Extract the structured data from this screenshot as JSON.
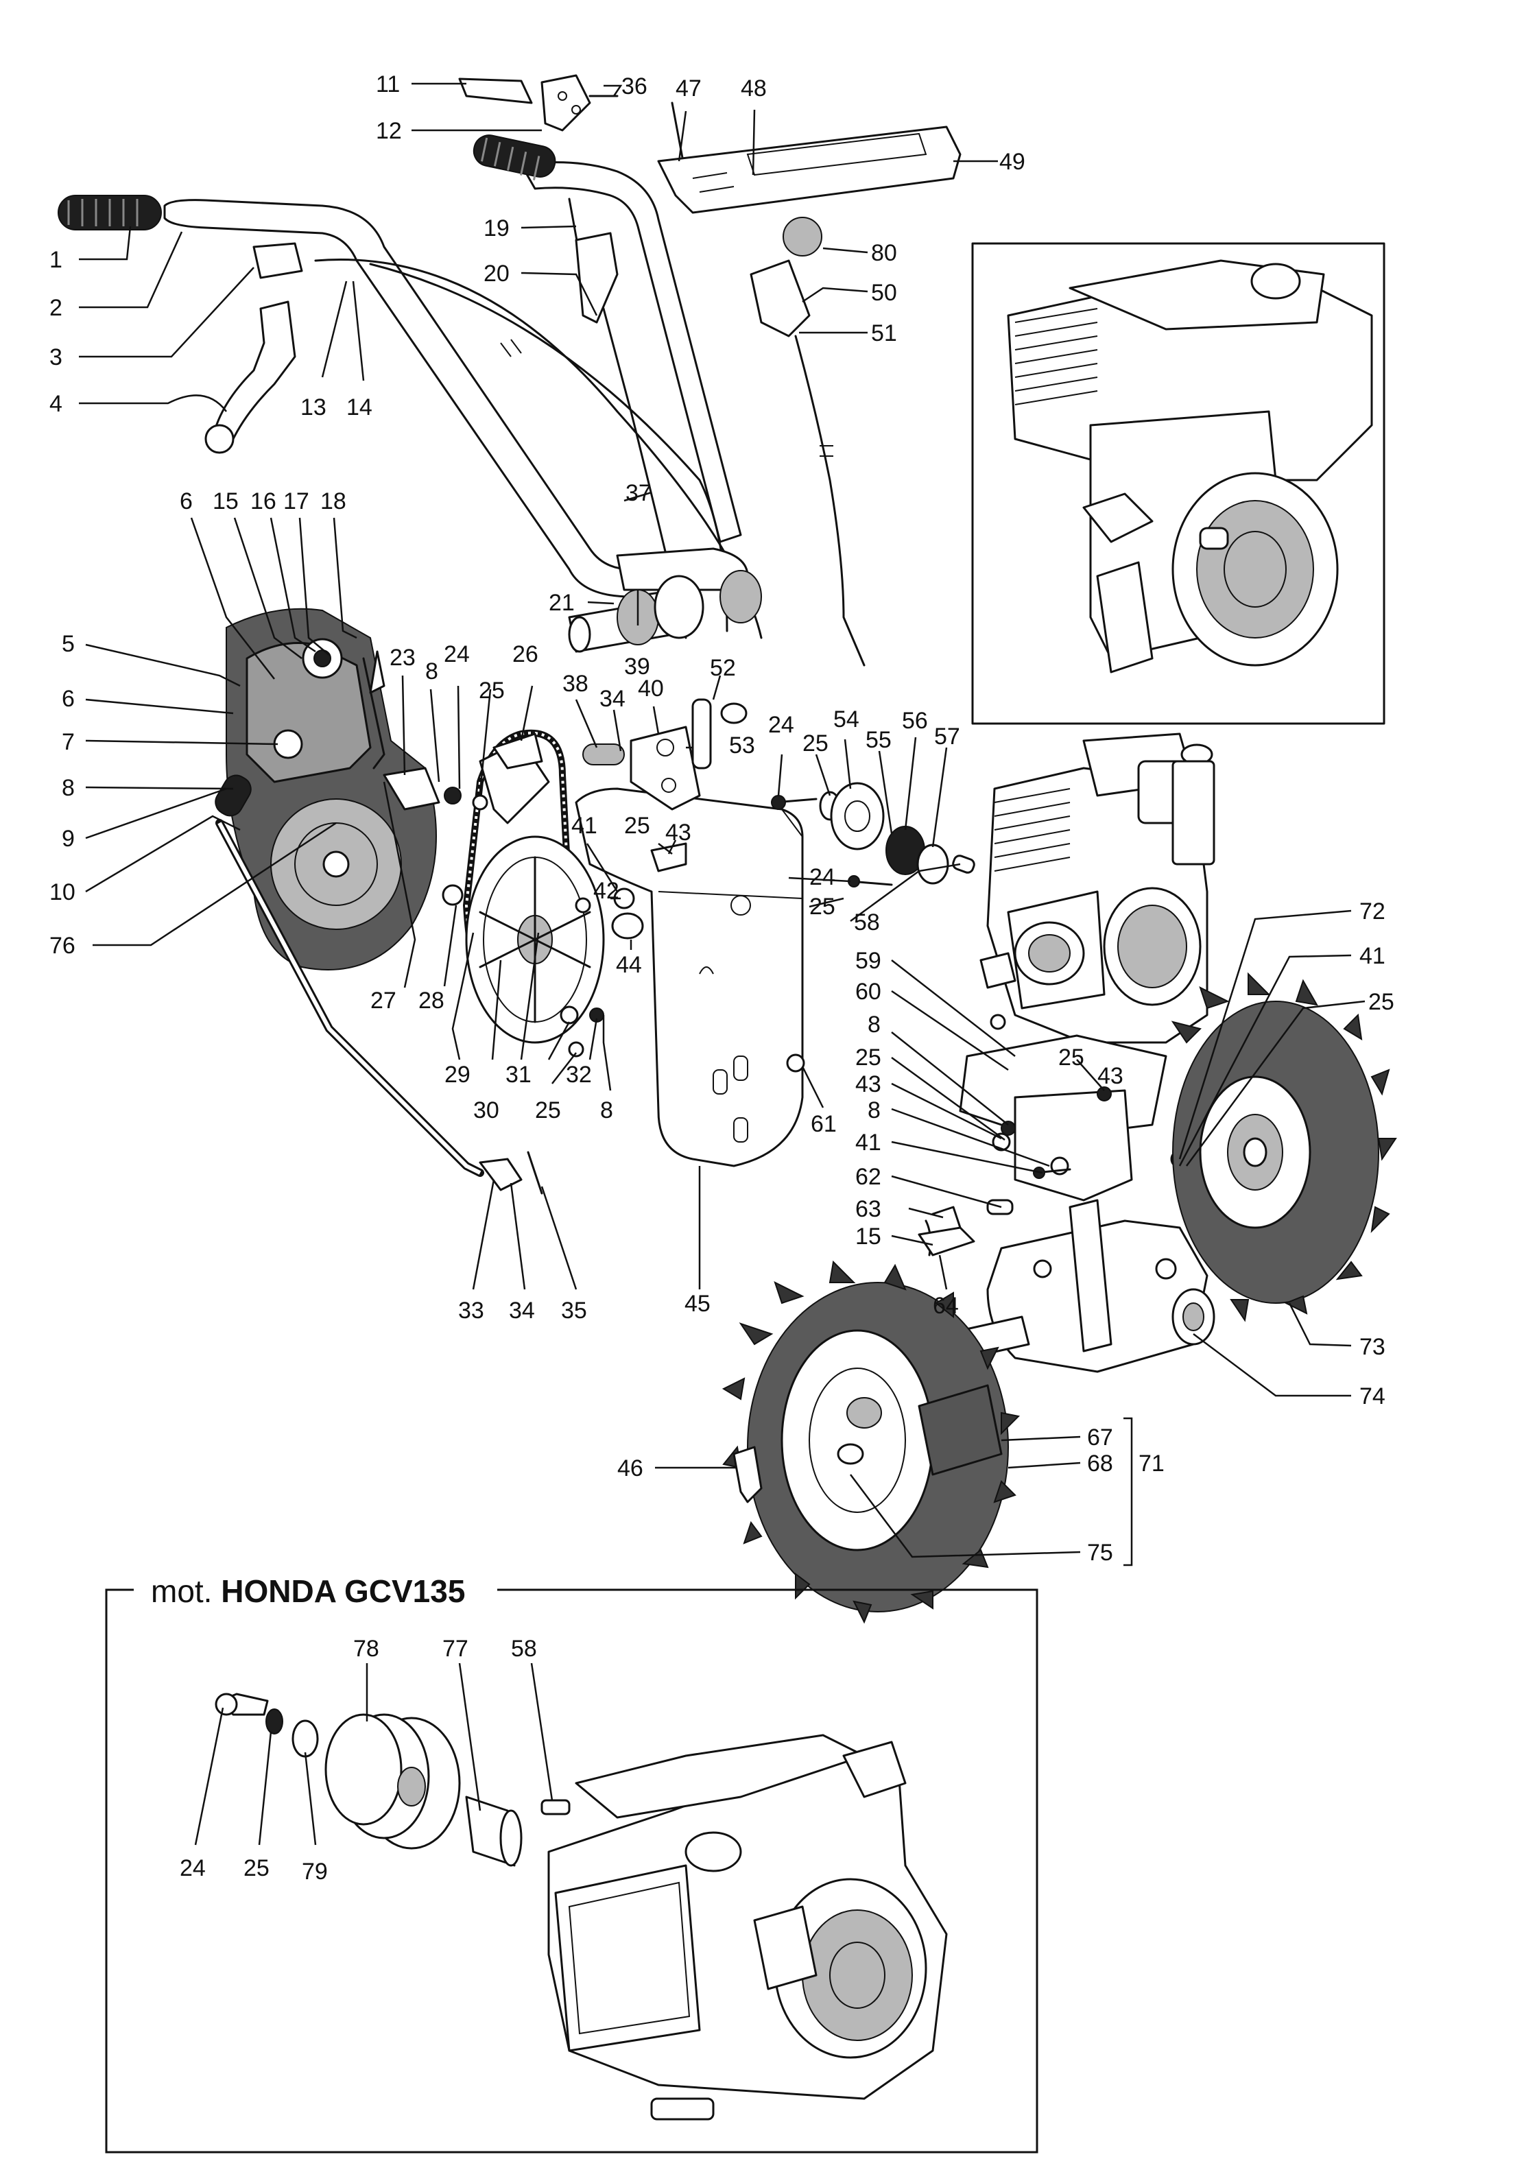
{
  "diagram": {
    "callouts": [
      {
        "id": "c1",
        "text": "1"
      },
      {
        "id": "c2",
        "text": "2"
      },
      {
        "id": "c3",
        "text": "3"
      },
      {
        "id": "c4",
        "text": "4"
      },
      {
        "id": "c11",
        "text": "11"
      },
      {
        "id": "c12",
        "text": "12"
      },
      {
        "id": "c36",
        "text": "36"
      },
      {
        "id": "c13",
        "text": "13"
      },
      {
        "id": "c14",
        "text": "14"
      },
      {
        "id": "c19",
        "text": "19"
      },
      {
        "id": "c20",
        "text": "20"
      },
      {
        "id": "c47",
        "text": "47"
      },
      {
        "id": "c48",
        "text": "48"
      },
      {
        "id": "c49",
        "text": "49"
      },
      {
        "id": "c80",
        "text": "80"
      },
      {
        "id": "c50",
        "text": "50"
      },
      {
        "id": "c51",
        "text": "51"
      },
      {
        "id": "c37",
        "text": "37"
      },
      {
        "id": "c6a",
        "text": "6"
      },
      {
        "id": "c15a",
        "text": "15"
      },
      {
        "id": "c16",
        "text": "16"
      },
      {
        "id": "c17",
        "text": "17"
      },
      {
        "id": "c18",
        "text": "18"
      },
      {
        "id": "c5",
        "text": "5"
      },
      {
        "id": "c6b",
        "text": "6"
      },
      {
        "id": "c7",
        "text": "7"
      },
      {
        "id": "c8a",
        "text": "8"
      },
      {
        "id": "c9",
        "text": "9"
      },
      {
        "id": "c10",
        "text": "10"
      },
      {
        "id": "c76",
        "text": "76"
      },
      {
        "id": "c23",
        "text": "23"
      },
      {
        "id": "c8b",
        "text": "8"
      },
      {
        "id": "c24a",
        "text": "24"
      },
      {
        "id": "c25a",
        "text": "25"
      },
      {
        "id": "c26",
        "text": "26"
      },
      {
        "id": "c21",
        "text": "21"
      },
      {
        "id": "c39",
        "text": "39"
      },
      {
        "id": "c38",
        "text": "38"
      },
      {
        "id": "c34a",
        "text": "34"
      },
      {
        "id": "c40",
        "text": "40"
      },
      {
        "id": "c52",
        "text": "52"
      },
      {
        "id": "c53",
        "text": "53"
      },
      {
        "id": "c24b",
        "text": "24"
      },
      {
        "id": "c25b",
        "text": "25"
      },
      {
        "id": "c54",
        "text": "54"
      },
      {
        "id": "c55",
        "text": "55"
      },
      {
        "id": "c56",
        "text": "56"
      },
      {
        "id": "c57",
        "text": "57"
      },
      {
        "id": "c41a",
        "text": "41"
      },
      {
        "id": "c25c",
        "text": "25"
      },
      {
        "id": "c43a",
        "text": "43"
      },
      {
        "id": "c42",
        "text": "42"
      },
      {
        "id": "c44",
        "text": "44"
      },
      {
        "id": "c24c",
        "text": "24"
      },
      {
        "id": "c25d",
        "text": "25"
      },
      {
        "id": "c58a",
        "text": "58"
      },
      {
        "id": "c27",
        "text": "27"
      },
      {
        "id": "c28",
        "text": "28"
      },
      {
        "id": "c29",
        "text": "29"
      },
      {
        "id": "c30",
        "text": "30"
      },
      {
        "id": "c31",
        "text": "31"
      },
      {
        "id": "c25e",
        "text": "25"
      },
      {
        "id": "c32",
        "text": "32"
      },
      {
        "id": "c8c",
        "text": "8"
      },
      {
        "id": "c61",
        "text": "61"
      },
      {
        "id": "c72",
        "text": "72"
      },
      {
        "id": "c41b",
        "text": "41"
      },
      {
        "id": "c25f",
        "text": "25"
      },
      {
        "id": "c59",
        "text": "59"
      },
      {
        "id": "c60",
        "text": "60"
      },
      {
        "id": "c8d",
        "text": "8"
      },
      {
        "id": "c25g",
        "text": "25"
      },
      {
        "id": "c25h",
        "text": "25"
      },
      {
        "id": "c43b",
        "text": "43"
      },
      {
        "id": "c43c",
        "text": "43"
      },
      {
        "id": "c8e",
        "text": "8"
      },
      {
        "id": "c41c",
        "text": "41"
      },
      {
        "id": "c62",
        "text": "62"
      },
      {
        "id": "c63",
        "text": "63"
      },
      {
        "id": "c15b",
        "text": "15"
      },
      {
        "id": "c64",
        "text": "64"
      },
      {
        "id": "c33",
        "text": "33"
      },
      {
        "id": "c34b",
        "text": "34"
      },
      {
        "id": "c35",
        "text": "35"
      },
      {
        "id": "c45",
        "text": "45"
      },
      {
        "id": "c73",
        "text": "73"
      },
      {
        "id": "c74",
        "text": "74"
      },
      {
        "id": "c67",
        "text": "67"
      },
      {
        "id": "c68",
        "text": "68"
      },
      {
        "id": "c71",
        "text": "71"
      },
      {
        "id": "c46",
        "text": "46"
      },
      {
        "id": "c75",
        "text": "75"
      },
      {
        "id": "c78",
        "text": "78"
      },
      {
        "id": "c77",
        "text": "77"
      },
      {
        "id": "c58b",
        "text": "58"
      },
      {
        "id": "c24d",
        "text": "24"
      },
      {
        "id": "c25i",
        "text": "25"
      },
      {
        "id": "c79",
        "text": "79"
      }
    ],
    "inset": {
      "title_prefix": "mot. ",
      "title_bold": "HONDA GCV135"
    }
  }
}
